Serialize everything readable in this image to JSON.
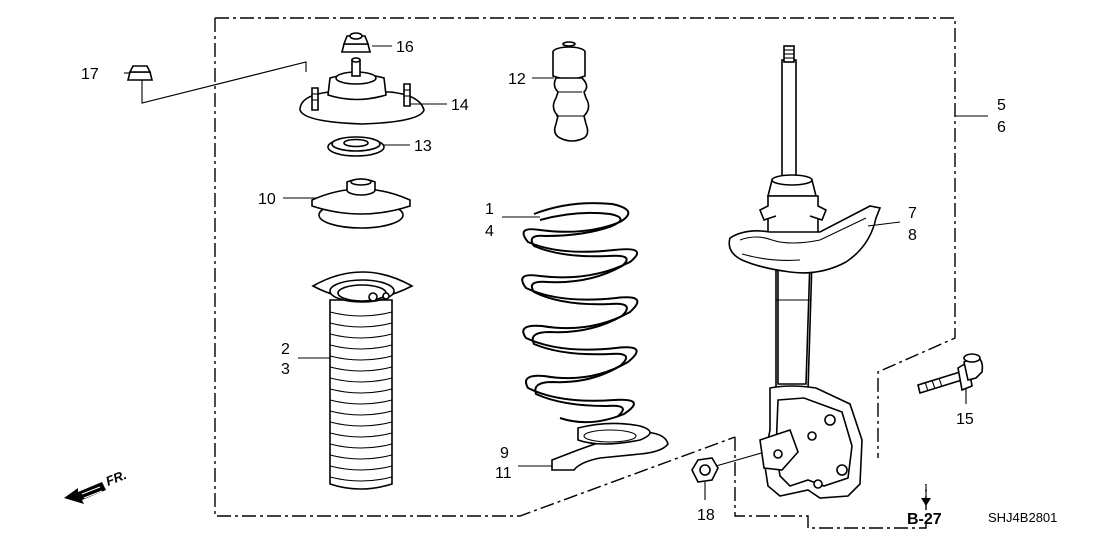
{
  "diagram": {
    "callouts": [
      {
        "id": "c1",
        "text": "1"
      },
      {
        "id": "c4",
        "text": "4"
      },
      {
        "id": "c2",
        "text": "2"
      },
      {
        "id": "c3",
        "text": "3"
      },
      {
        "id": "c5",
        "text": "5"
      },
      {
        "id": "c6",
        "text": "6"
      },
      {
        "id": "c7",
        "text": "7"
      },
      {
        "id": "c8",
        "text": "8"
      },
      {
        "id": "c9",
        "text": "9"
      },
      {
        "id": "c10",
        "text": "10"
      },
      {
        "id": "c11",
        "text": "11"
      },
      {
        "id": "c12",
        "text": "12"
      },
      {
        "id": "c13",
        "text": "13"
      },
      {
        "id": "c14",
        "text": "14"
      },
      {
        "id": "c15",
        "text": "15"
      },
      {
        "id": "c16",
        "text": "16"
      },
      {
        "id": "c17",
        "text": "17"
      },
      {
        "id": "c18",
        "text": "18"
      }
    ],
    "reference": "B-27",
    "diagram_code": "SHJ4B2801",
    "front_indicator": "FR."
  }
}
